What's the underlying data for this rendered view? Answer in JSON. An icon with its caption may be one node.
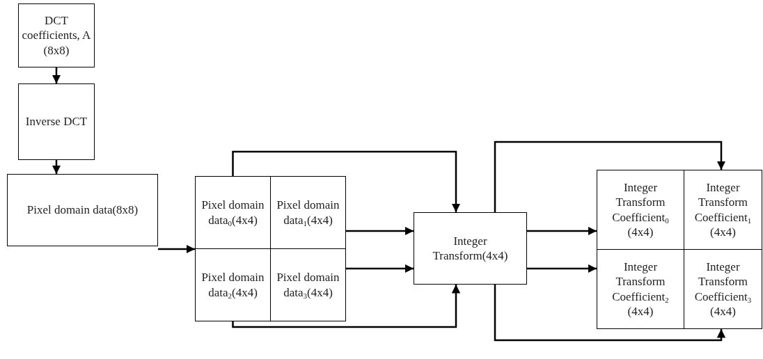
{
  "diagram": {
    "nodes": [
      {
        "text": [
          "DCT coefficients, A (8x8)"
        ]
      },
      {
        "text": [
          "Inverse DCT"
        ]
      },
      {
        "text": [
          "Pixel domain data(8x8)"
        ]
      },
      {
        "text": [
          "Pixel domain data$_{0}$(4x4)"
        ]
      },
      {
        "text": [
          "Pixel domain data$_{1}$(4x4)"
        ]
      },
      {
        "text": [
          "Pixel domain data$_{2}$(4x4)"
        ]
      },
      {
        "text": [
          "Pixel domain data$_{3}$(4x4)"
        ]
      },
      {
        "text": [
          "Integer Transform(4x4)"
        ]
      },
      {
        "text": [
          "Integer Transform Coefficient$_{0}$ (4x4)"
        ]
      },
      {
        "text": [
          "Integer Transform Coefficient$_{1}$ (4x4)"
        ]
      },
      {
        "text": [
          "Integer Transform Coefficient$_{2}$ (4x4)"
        ]
      },
      {
        "text": [
          "Integer Transform Coefficient$_{3}$ (4x4)"
        ]
      }
    ],
    "edges": [
      {
        "from": 0,
        "to": 1,
        "arrow": "to"
      },
      {
        "from": 1,
        "to": 2,
        "arrow": "to"
      },
      {
        "from": 2,
        "to": 3,
        "arrow": "to"
      },
      {
        "from": 3,
        "to": 7,
        "arrow": "to"
      },
      {
        "from": 4,
        "to": 7,
        "arrow": "to"
      },
      {
        "from": 6,
        "to": 7,
        "arrow": "to"
      },
      {
        "from": 5,
        "to": 7,
        "arrow": "to"
      },
      {
        "from": 7,
        "to": 9,
        "arrow": "to"
      },
      {
        "from": 7,
        "to": 8,
        "arrow": "to"
      },
      {
        "from": 7,
        "to": 10,
        "arrow": "to"
      },
      {
        "from": 7,
        "to": 11,
        "arrow": "to"
      }
    ]
  }
}
